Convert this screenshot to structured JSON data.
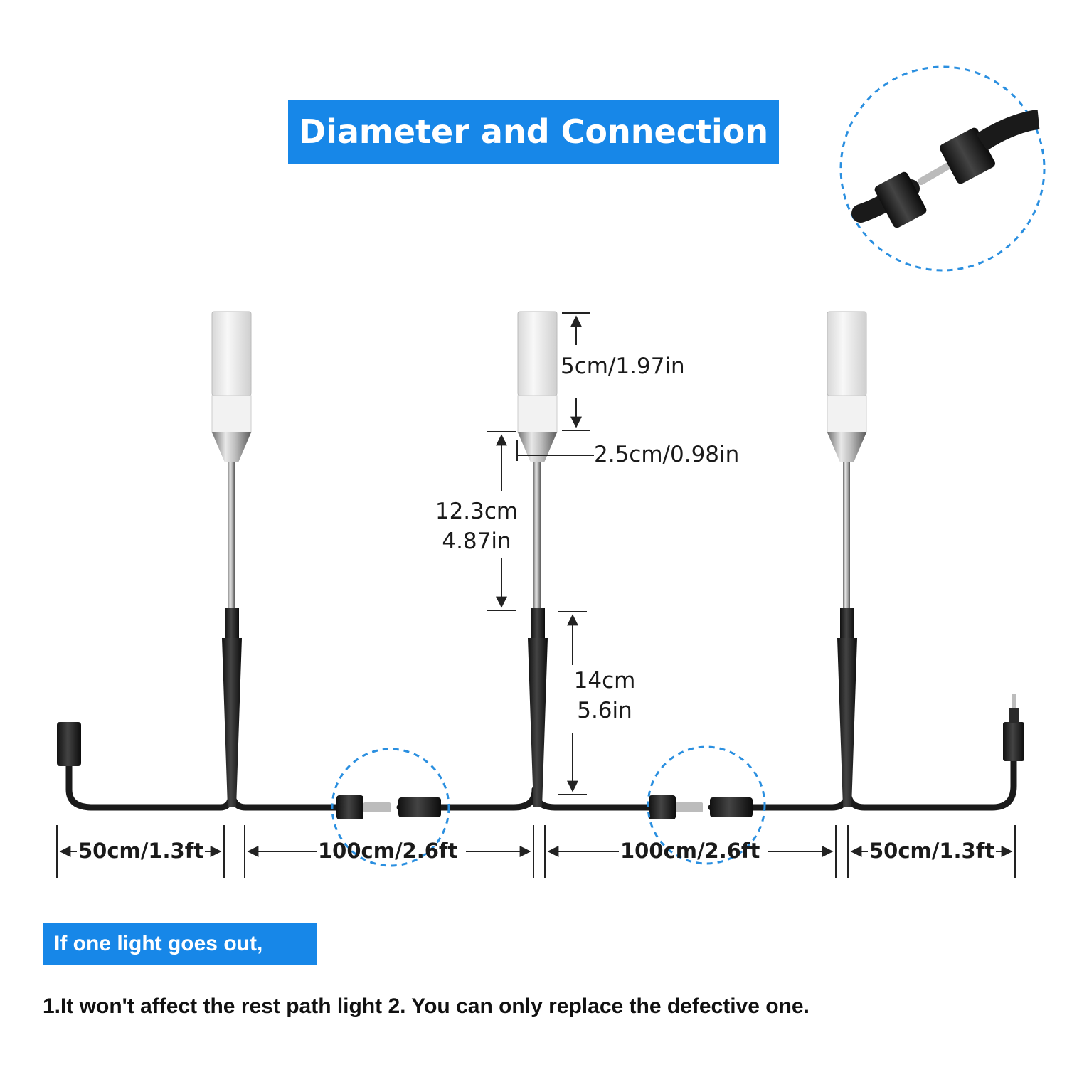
{
  "title": "Diameter and Connection",
  "dimensions": {
    "cylinder_height": "5cm/1.97in",
    "diameter": "2.5cm/0.98in",
    "stake_height_cm": "12.3cm",
    "stake_height_in": "4.87in",
    "spike_height_cm": "14cm",
    "spike_height_in": "5.6in",
    "lead_left": "50cm/1.3ft",
    "span_1": "100cm/2.6ft",
    "span_2": "100cm/2.6ft",
    "lead_right": "50cm/1.3ft"
  },
  "footer": {
    "heading": "If one light goes out,",
    "note": "1.It won't affect the rest path light  2. You can only replace the defective one."
  },
  "colors": {
    "accent": "#1787e8",
    "cable": "#1a1a1a",
    "dashed_circle": "#2a8fe0"
  }
}
